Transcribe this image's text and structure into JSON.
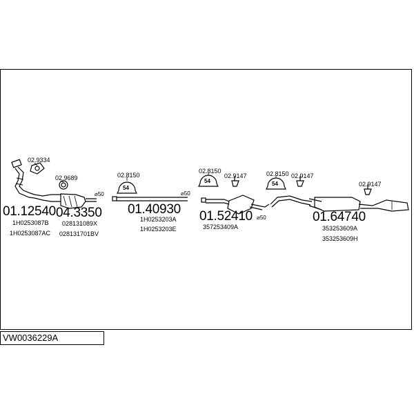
{
  "diagram": {
    "code": "VW0036229A",
    "parts": [
      {
        "number": "01.12540",
        "refs": [
          "1H0253087B",
          "1H0253087AC"
        ]
      },
      {
        "number": "04.3350",
        "refs": [
          "028131089X",
          "028131701BV"
        ]
      },
      {
        "number": "01.40930",
        "refs": [
          "1H0253203A",
          "1H0253203E"
        ]
      },
      {
        "number": "01.52410",
        "refs": [
          "357253409A"
        ]
      },
      {
        "number": "01.64740",
        "refs": [
          "353253609A",
          "353253609H"
        ]
      }
    ],
    "clamps": [
      {
        "label": "02.9334",
        "icon": "flange-gasket-icon"
      },
      {
        "label": "02.9689",
        "icon": "gasket-ring-icon"
      },
      {
        "label": "02.8150",
        "icon": "clamp-54-icon",
        "size": "54"
      },
      {
        "label": "02.8150",
        "icon": "clamp-54-icon",
        "size": "54"
      },
      {
        "label": "02.9147",
        "icon": "rubber-hanger-icon"
      },
      {
        "label": "02.8150",
        "icon": "clamp-54-icon",
        "size": "54"
      },
      {
        "label": "02.9147",
        "icon": "rubber-hanger-icon"
      },
      {
        "label": "02.9147",
        "icon": "rubber-hanger-icon"
      }
    ],
    "diameters": [
      "⌀50",
      "⌀50",
      "⌀50"
    ]
  }
}
